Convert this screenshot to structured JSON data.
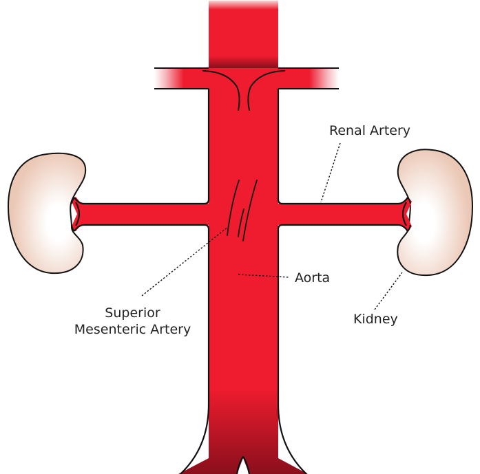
{
  "colors": {
    "artery": "#ee1c2e",
    "artery_dark": "#8a0f1c",
    "kidney": "#ebc8b6",
    "kidney_highlight": "#ffffff",
    "outline": "#111111",
    "label_text": "#222222"
  },
  "labels": {
    "renal_artery": "Renal Artery",
    "aorta": "Aorta",
    "kidney": "Kidney",
    "sma_line1": "Superior",
    "sma_line2": "Mesenteric Artery"
  }
}
